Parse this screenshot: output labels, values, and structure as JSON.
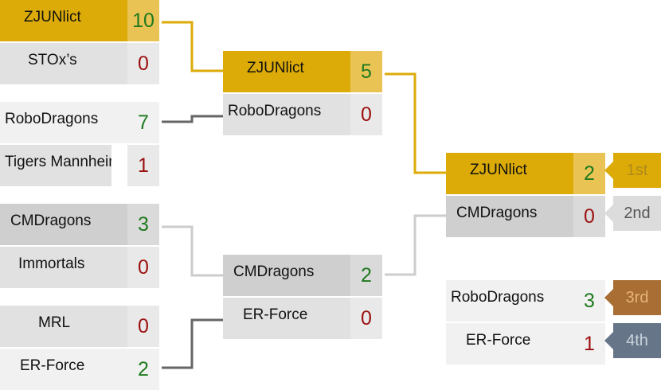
{
  "bracket": {
    "round1": [
      {
        "top": {
          "name": "ZJUNlict",
          "score": "10"
        },
        "bottom": {
          "name": "STOx’s",
          "score": "0"
        }
      },
      {
        "top": {
          "name": "RoboDragons",
          "score": "7"
        },
        "bottom": {
          "name": "Tigers Mannheim",
          "score": "1"
        }
      },
      {
        "top": {
          "name": "CMDragons",
          "score": "3"
        },
        "bottom": {
          "name": "Immortals",
          "score": "0"
        }
      },
      {
        "top": {
          "name": "MRL",
          "score": "0"
        },
        "bottom": {
          "name": "ER-Force",
          "score": "2"
        }
      }
    ],
    "round2": [
      {
        "top": {
          "name": "ZJUNlict",
          "score": "5"
        },
        "bottom": {
          "name": "RoboDragons",
          "score": "0"
        }
      },
      {
        "top": {
          "name": "CMDragons",
          "score": "2"
        },
        "bottom": {
          "name": "ER-Force",
          "score": "0"
        }
      }
    ],
    "final": {
      "top": {
        "name": "ZJUNlict",
        "score": "2"
      },
      "bottom": {
        "name": "CMDragons",
        "score": "0"
      }
    },
    "third_place": {
      "top": {
        "name": "RoboDragons",
        "score": "3"
      },
      "bottom": {
        "name": "ER-Force",
        "score": "1"
      }
    }
  },
  "placements": [
    {
      "label": "1st",
      "bg": "#dcab08",
      "fg": "#b08a1a"
    },
    {
      "label": "2nd",
      "bg": "#dcdcdc",
      "fg": "#555555"
    },
    {
      "label": "3rd",
      "bg": "#a86e34",
      "fg": "#e7b27a"
    },
    {
      "label": "4th",
      "bg": "#667688",
      "fg": "#c9d3dc"
    }
  ],
  "colors": {
    "gold": "#dcab08",
    "gold_score": "#e9c454",
    "win_score": "#1f7a1f",
    "lose_score": "#9b1010",
    "connector_dark": "#666666",
    "connector_light": "#cccccc"
  }
}
